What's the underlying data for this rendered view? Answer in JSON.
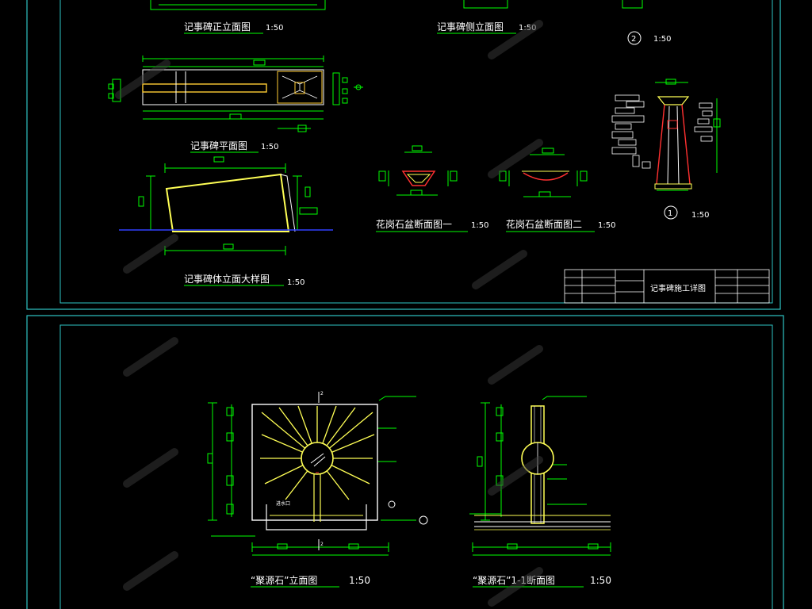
{
  "sheet1": {
    "titles": {
      "front_elevation": "记事碑正立面图",
      "side_elevation": "记事碑侧立面图",
      "plan": "记事碑平面图",
      "body_detail": "记事碑体立面大样图",
      "basin_section_1": "花岗石盆断面图一",
      "basin_section_2": "花岗石盆断面图二"
    },
    "scales": {
      "front_elevation": "1:50",
      "side_elevation": "1:50",
      "plan": "1:50",
      "body_detail": "1:50",
      "basin_section_1": "1:50",
      "basin_section_2": "1:50",
      "detail_1": "1:50",
      "detail_2": "1:50"
    },
    "markers": {
      "detail_1": "1",
      "detail_2": "2"
    },
    "title_block": {
      "drawing_name": "记事碑施工详图"
    }
  },
  "sheet2": {
    "titles": {
      "elevation": "“聚源石”立面图",
      "section": "“聚源石”1-1断面图"
    },
    "scales": {
      "elevation": "1:50",
      "section": "1:50"
    },
    "section_mark": "2",
    "annotations": {
      "inlet": "进水口"
    }
  },
  "colors": {
    "background": "#000000",
    "frame": "#2ec4c4",
    "dimension": "#00ff00",
    "outline": "#ffffff",
    "stone": "#ffff55",
    "red": "#ff3030",
    "ground": "#3040ff",
    "watermark": "#3a3a3a"
  }
}
